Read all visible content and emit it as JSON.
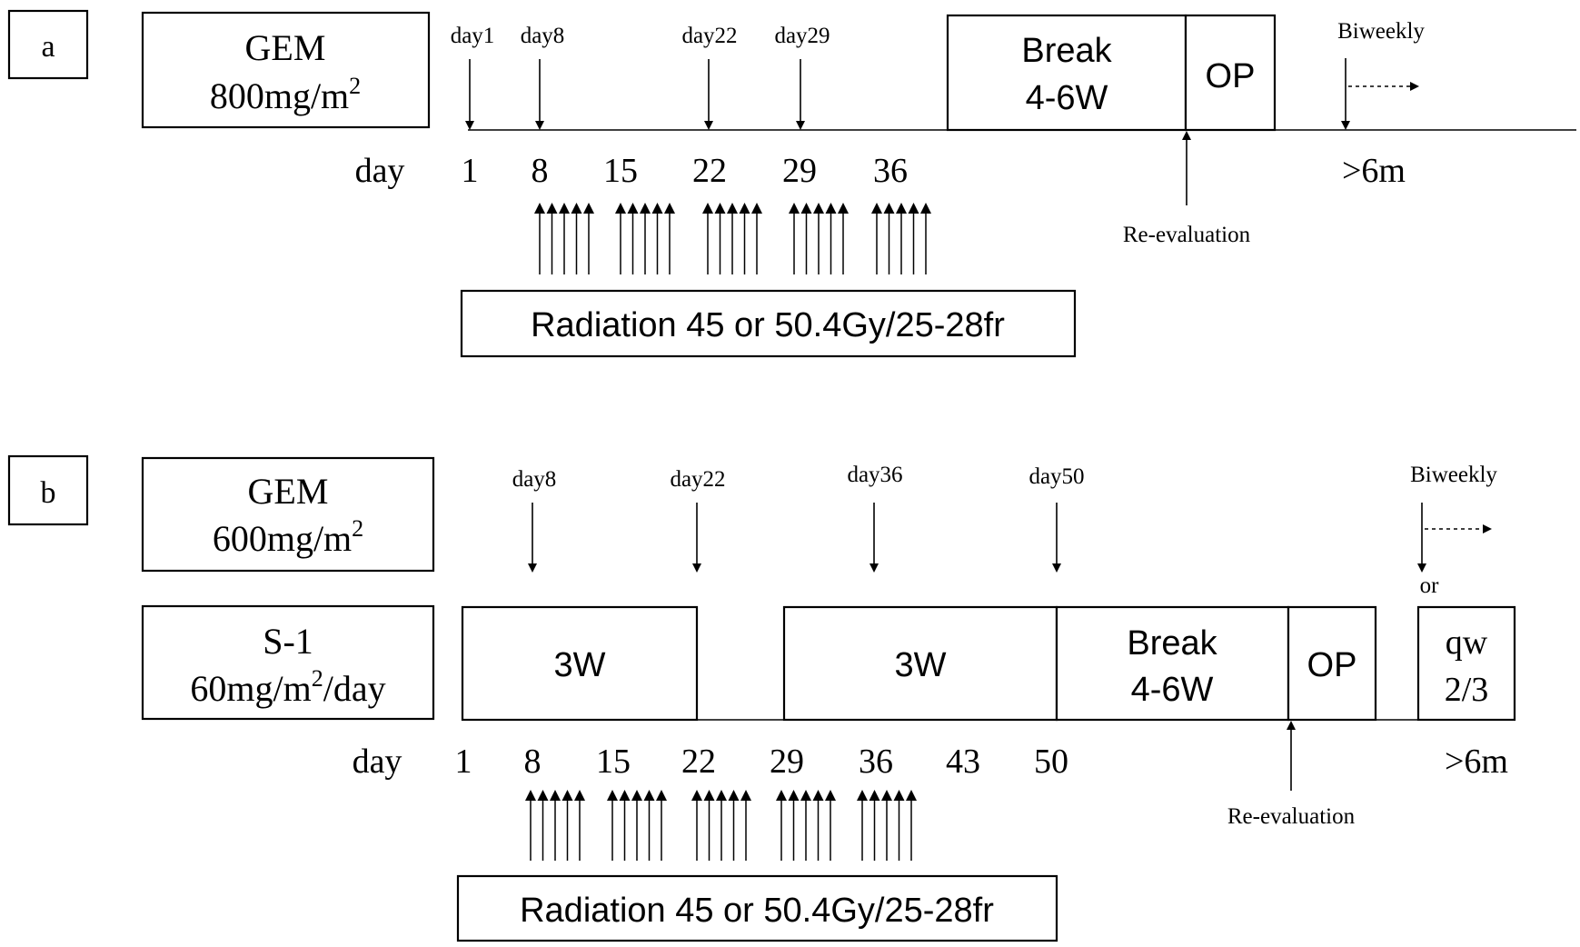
{
  "panel_a": {
    "label": "a",
    "gem_box": {
      "line1": "GEM",
      "line2_main": "800mg/m",
      "line2_sup": "2"
    },
    "gem_days": [
      "day1",
      "day8",
      "day22",
      "day29"
    ],
    "break_box": {
      "line1": "Break",
      "line2": "4-6W"
    },
    "op_label": "OP",
    "biweekly": "Biweekly",
    "day_row": {
      "label": "day",
      "ticks": [
        "1",
        "8",
        "15",
        "22",
        "29",
        "36"
      ],
      "end": ">6m"
    },
    "re_evaluation": "Re-evaluation",
    "radiation": "Radiation 45 or 50.4Gy/25-28fr"
  },
  "panel_b": {
    "label": "b",
    "gem_box": {
      "line1": "GEM",
      "line2_main": "600mg/m",
      "line2_sup": "2"
    },
    "s1_box": {
      "line1": "S-1",
      "line2_main": "60mg/m",
      "line2_sup": "2",
      "line2_tail": "/day"
    },
    "gem_days": [
      "day8",
      "day22",
      "day36",
      "day50"
    ],
    "course1": "3W",
    "course2": "3W",
    "break_box": {
      "line1": "Break",
      "line2": "4-6W"
    },
    "op_label": "OP",
    "biweekly": "Biweekly",
    "or_label": "or",
    "qw_box": {
      "line1": "qw",
      "line2": "2/3"
    },
    "day_row": {
      "label": "day",
      "ticks": [
        "1",
        "8",
        "15",
        "22",
        "29",
        "36",
        "43",
        "50"
      ],
      "end": ">6m"
    },
    "re_evaluation": "Re-evaluation",
    "radiation": "Radiation 45 or 50.4Gy/25-28fr"
  }
}
